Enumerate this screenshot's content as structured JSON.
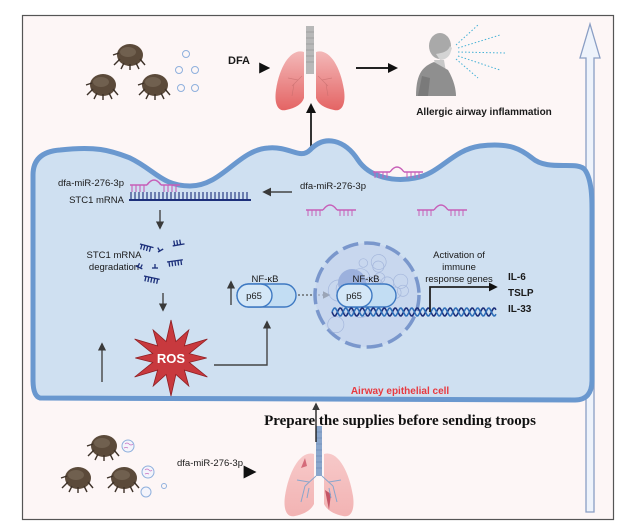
{
  "figure": {
    "top_row": {
      "arrow_label": "DFA",
      "outcome_label": "Allergic airway inflammation"
    },
    "cell": {
      "label": "Airway epithelial cell",
      "mirna_label_left": "dfa-miR-276-3p",
      "mrna_label": "STC1 mRNA",
      "mirna_label_right": "dfa-miR-276-3p",
      "degradation_label_line1": "STC1 mRNA",
      "degradation_label_line2": "degradation",
      "ros_label": "ROS",
      "nfkb_label_cytoplasm": "NF-κB",
      "p65_label_cytoplasm": "p65",
      "nfkb_label_nucleus": "NF-κB",
      "p65_label_nucleus": "p65",
      "activation_label_line1": "Activation of",
      "activation_label_line2": "immune",
      "activation_label_line3": "response genes",
      "genes": [
        "IL-6",
        "TSLP",
        "IL-33"
      ]
    },
    "caption": "Prepare the supplies before sending troops",
    "bottom_row": {
      "arrow_label": "dfa-miR-276-3p"
    },
    "colors": {
      "panel_bg": "#fdf6f6",
      "cell_fill": "#cfe0f1",
      "membrane": "#6a98cf",
      "mirna": "#c75fb8",
      "mrna": "#1c2f7a",
      "ros": "#c8393e",
      "cell_label": "#e8393f",
      "p65_fill": "#c2ddf3",
      "p65_stroke": "#3e79c2"
    }
  }
}
